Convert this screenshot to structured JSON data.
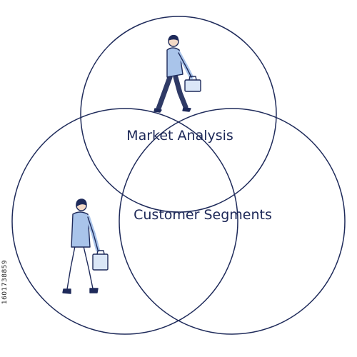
{
  "labels": {
    "top_overlap": "Market Analysis",
    "center": "Customer Segments"
  },
  "side_id": "1601738859",
  "colors": {
    "outline": "#1e2a5a",
    "text": "#1c2757",
    "shirt": "#a9c4ea",
    "pants": "#2f3a66",
    "skin": "#f3d9c6",
    "hair": "#1e2a5a",
    "briefcase": "#dbe7f7"
  },
  "icons": [
    "businessman-walking-right-icon",
    "businessman-walking-up-icon",
    "briefcase-icon"
  ]
}
